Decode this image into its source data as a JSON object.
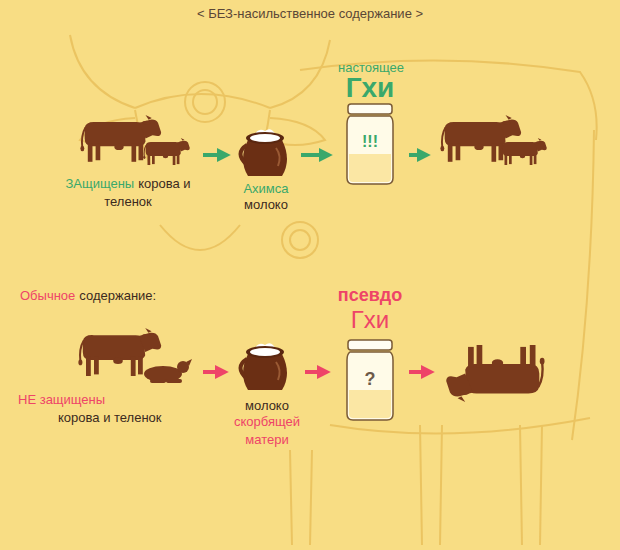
{
  "diagram": {
    "title": "< БЕЗ-насильственное содержание >",
    "nodes": [
      {
        "text": [
          "ЗАщищены",
          "корова и теленок"
        ]
      },
      {
        "text": [
          "Ахимса",
          "молоко"
        ]
      },
      {
        "text": [
          "настоящее",
          "Гхи",
          "!!!"
        ]
      },
      {
        "text": []
      },
      {
        "text": [
          "НЕ защищены",
          "корова и теленок"
        ]
      },
      {
        "text": [
          "молоко",
          "скорбящей матери"
        ]
      },
      {
        "text": [
          "псевдо",
          "Гхи",
          "?"
        ]
      },
      {
        "text": []
      }
    ],
    "edges": [
      {
        "from": 0,
        "to": 1,
        "arrow": "to"
      },
      {
        "from": 1,
        "to": 2,
        "arrow": "to"
      },
      {
        "from": 2,
        "to": 3,
        "arrow": "to"
      },
      {
        "from": 4,
        "to": 5,
        "arrow": "to"
      },
      {
        "from": 5,
        "to": 6,
        "arrow": "to"
      },
      {
        "from": 6,
        "to": 7,
        "arrow": "to"
      }
    ],
    "labels": [
      "Обычное",
      "содержание:"
    ]
  }
}
